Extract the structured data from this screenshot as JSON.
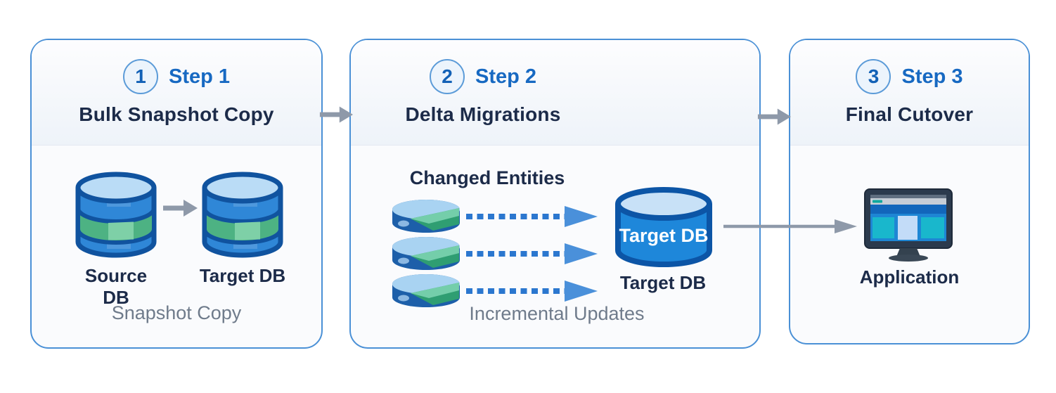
{
  "steps": [
    {
      "badge": "1",
      "label": "Step 1",
      "title": "Bulk Snapshot Copy",
      "items": {
        "source": "Source DB",
        "target": "Target DB"
      },
      "caption": "Snapshot Copy"
    },
    {
      "badge": "2",
      "label": "Step 2",
      "title": "Delta Migrations",
      "changed_entities": "Changed Entities",
      "cylinder_text": "Target DB",
      "target_label": "Target DB",
      "caption": "Incremental Updates"
    },
    {
      "badge": "3",
      "label": "Step 3",
      "title": "Final Cutover",
      "application": "Application"
    }
  ],
  "icons": {
    "database-icon": "blue cylinder with green band",
    "database-stack-icon": "three stacked blue/green disks",
    "database-cylinder-icon": "large blue cylinder labeled Target DB",
    "monitor-icon": "desktop monitor showing application UI",
    "arrow-right-icon": "solid gray right arrow",
    "dotted-arrow-icon": "dotted blue right arrow"
  },
  "colors": {
    "panel_border": "#4a90d6",
    "step_label": "#1769c2",
    "title_text": "#1c2b49",
    "caption_text": "#6f7b8b",
    "connector_gray": "#8e99a9",
    "dotted_arrow_blue": "#2b77cf",
    "db_body_blue": "#2f87d7",
    "db_band_green": "#4db283",
    "cylinder_fill": "#1e87da"
  }
}
